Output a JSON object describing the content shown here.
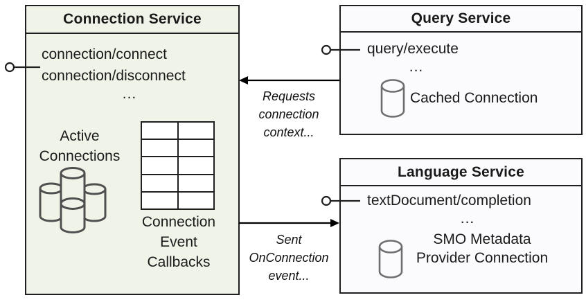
{
  "connection_service": {
    "title": "Connection Service",
    "methods": [
      "connection/connect",
      "connection/disconnect",
      "..."
    ],
    "active_connections_label": "Active\nConnections",
    "callbacks_label": "Connection\nEvent\nCallbacks",
    "icons": {
      "cluster": "database-cluster-icon",
      "table": "callbacks-table-grid"
    }
  },
  "query_service": {
    "title": "Query Service",
    "methods": [
      "query/execute",
      "..."
    ],
    "cached_connection_label": "Cached Connection",
    "icons": {
      "database": "database-cylinder-icon"
    }
  },
  "language_service": {
    "title": "Language Service",
    "methods": [
      "textDocument/completion",
      "..."
    ],
    "provider_connection_label": "SMO Metadata\nProvider Connection",
    "icons": {
      "database": "database-cylinder-icon"
    }
  },
  "annotations": {
    "requests": "Requests\nconnection\ncontext...",
    "sent": "Sent\nOnConnection\nevent..."
  },
  "connectors": {
    "lollipops": [
      "connection-service-interface",
      "query-service-interface",
      "language-service-interface"
    ],
    "arrows": [
      "query-to-connection-arrow",
      "connection-to-language-arrow"
    ]
  },
  "colors": {
    "connection_box_fill": "#f0f3e8",
    "service_box_fill": "#fbfbfd",
    "border": "#1f1f1f",
    "cylinder_stroke_dark": "#4f4f4f",
    "cylinder_stroke_gray": "#6e6e6e",
    "text": "#1a1a1a"
  }
}
